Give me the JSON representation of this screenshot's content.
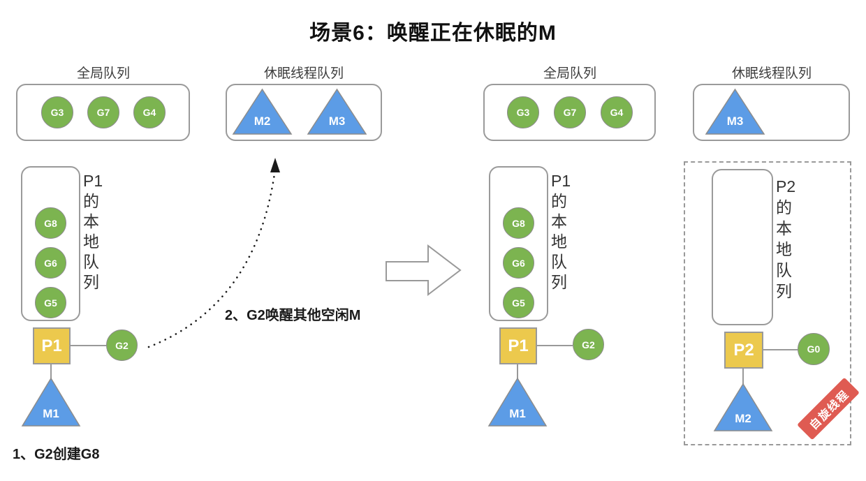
{
  "title": "场景6：唤醒正在休眠的M",
  "colors": {
    "goroutine_green": "#7CB450",
    "machine_blue": "#5C9CE6",
    "processor_yellow": "#ECC94D",
    "badge_red": "#DF5B52",
    "line_gray": "#999999"
  },
  "annotations": {
    "step1": "1、G2创建G8",
    "step2": "2、G2唤醒其他空闲M"
  },
  "left": {
    "global_queue": {
      "label": "全局队列",
      "items": [
        "G3",
        "G7",
        "G4"
      ]
    },
    "sleep_queue": {
      "label": "休眠线程队列",
      "items": [
        "M2",
        "M3"
      ]
    },
    "local_queue": {
      "label_chars": [
        "P1",
        "的",
        "本",
        "地",
        "队",
        "列"
      ],
      "items": [
        "G8",
        "G6",
        "G5"
      ]
    },
    "processor": "P1",
    "running_g": "G2",
    "machine": "M1"
  },
  "right": {
    "global_queue": {
      "label": "全局队列",
      "items": [
        "G3",
        "G7",
        "G4"
      ]
    },
    "sleep_queue": {
      "label": "休眠线程队列",
      "items": [
        "M3"
      ]
    },
    "local_queue": {
      "label_chars": [
        "P1",
        "的",
        "本",
        "地",
        "队",
        "列"
      ],
      "items": [
        "G8",
        "G6",
        "G5"
      ]
    },
    "processor": "P1",
    "running_g": "G2",
    "machine": "M1",
    "p2_panel": {
      "local_queue": {
        "label_chars": [
          "P2",
          "的",
          "本",
          "地",
          "队",
          "列"
        ],
        "items": []
      },
      "processor": "P2",
      "running_g": "G0",
      "machine": "M2",
      "badge": "自旋线程"
    }
  }
}
